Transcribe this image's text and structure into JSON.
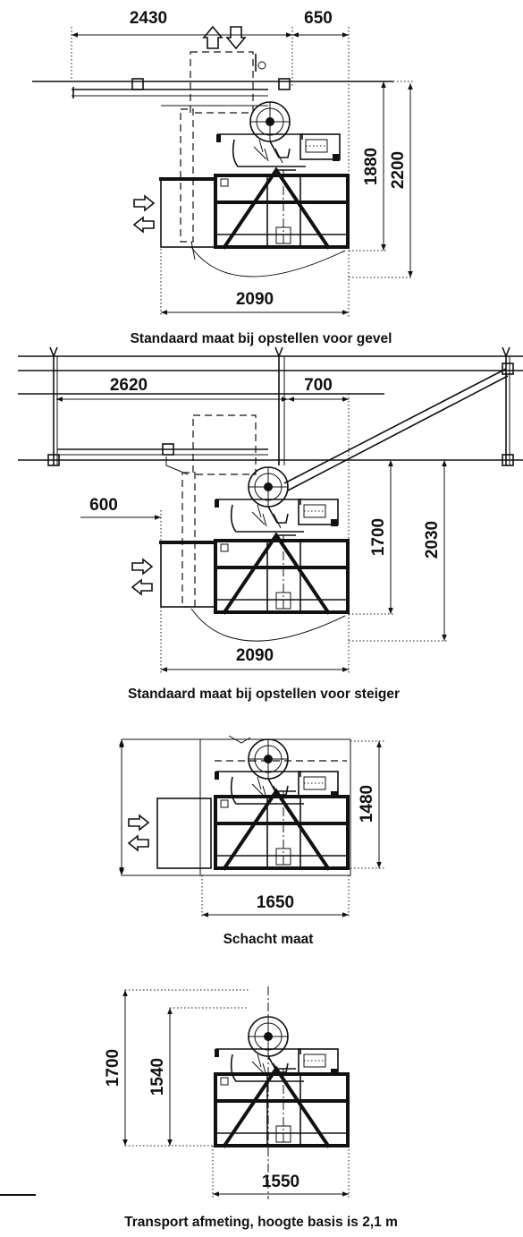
{
  "views": [
    {
      "id": "gevel",
      "caption": "Standaard maat bij opstellen voor gevel",
      "dimensions": {
        "left_reach": "2430",
        "right_reach": "650",
        "inner_height": "1880",
        "total_height": "2200",
        "base_width": "2090"
      }
    },
    {
      "id": "steiger",
      "caption": "Standaard maat bij opstellen voor steiger",
      "dimensions": {
        "left_reach": "2620",
        "right_reach": "700",
        "side_offset": "600",
        "inner_height": "1700",
        "total_height": "2030",
        "base_width": "2090"
      }
    },
    {
      "id": "schacht",
      "caption": "Schacht maat",
      "dimensions": {
        "height": "1480",
        "width": "1650"
      }
    },
    {
      "id": "transport",
      "caption": "Transport afmeting, hoogte basis is 2,1 m",
      "dimensions": {
        "total_height": "1700",
        "inner_height": "1540",
        "width": "1550"
      }
    }
  ]
}
